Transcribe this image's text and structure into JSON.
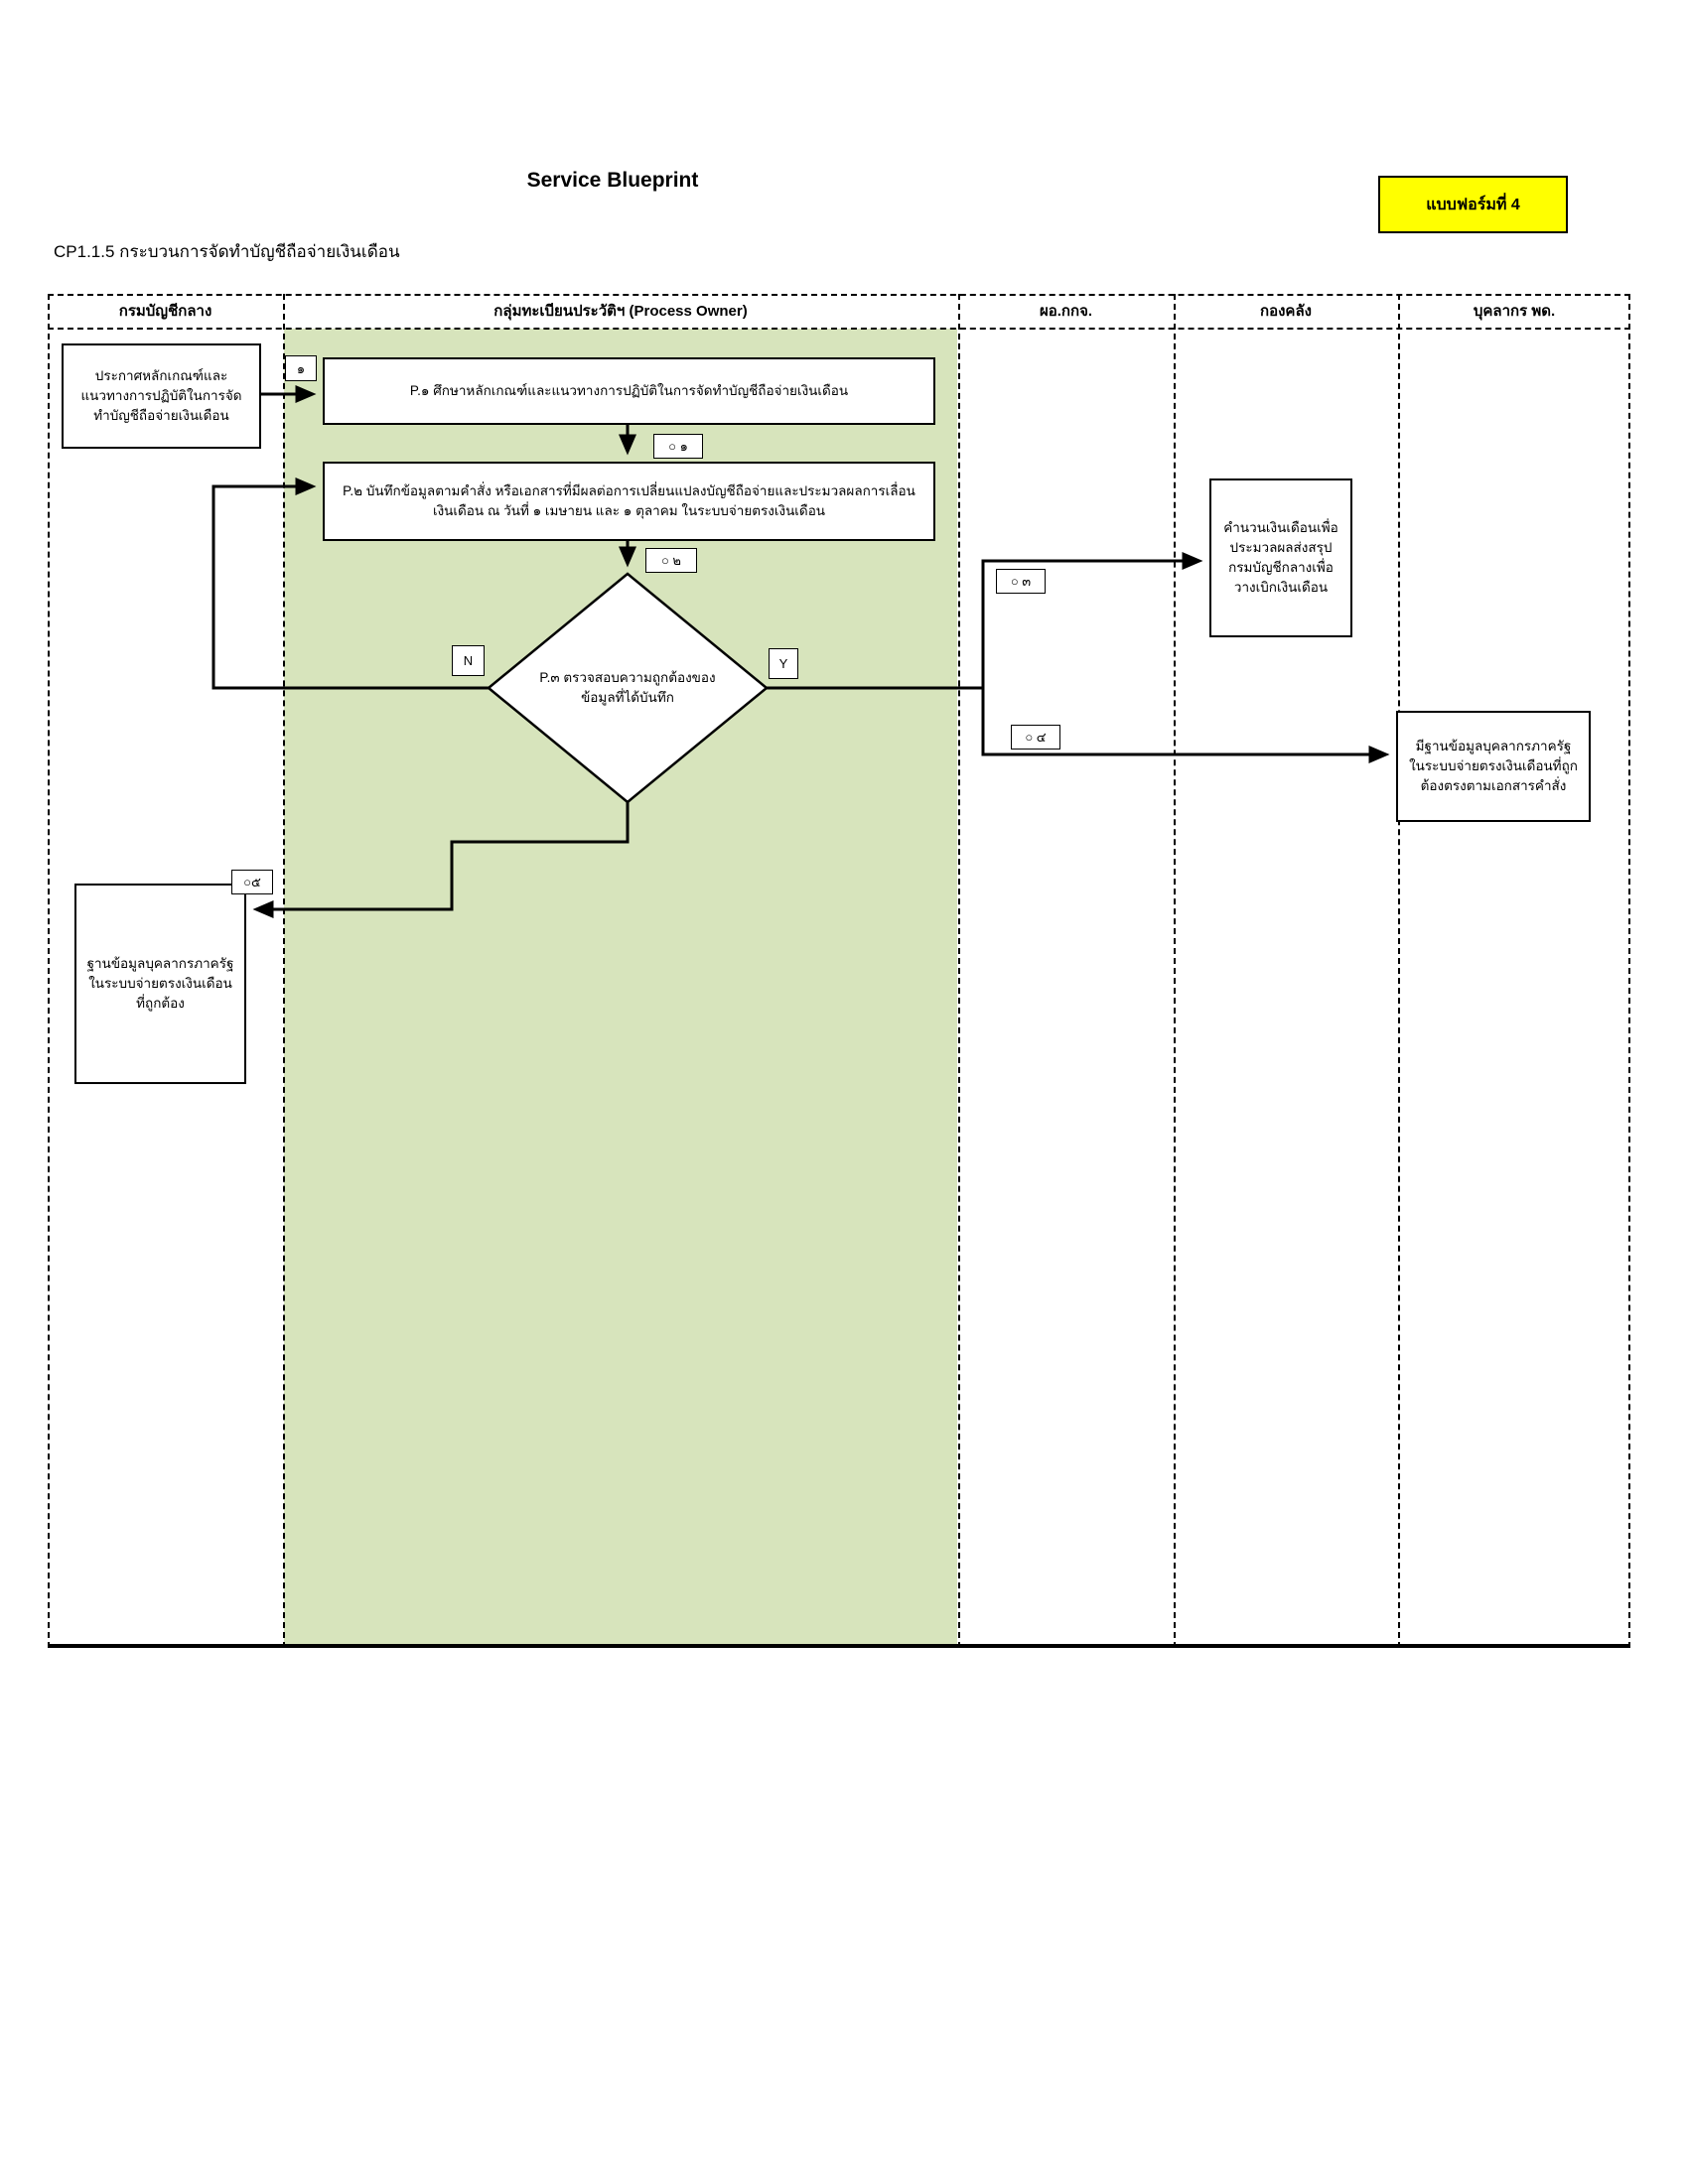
{
  "page": {
    "title": "Service Blueprint",
    "form_badge": "แบบฟอร์มที่ 4",
    "subtitle": "CP1.1.5 กระบวนการจัดทำบัญชีถือจ่ายเงินเดือน"
  },
  "lanes": [
    {
      "label": "กรมบัญชีกลาง"
    },
    {
      "label": "กลุ่มทะเบียนประวัติฯ (Process Owner)"
    },
    {
      "label": "ผอ.กกจ."
    },
    {
      "label": "กองคลัง"
    },
    {
      "label": "บุคลากร พด."
    }
  ],
  "nodes": {
    "start": {
      "text": "ประกาศหลักเกณฑ์และแนวทางการปฏิบัติในการจัดทำบัญชีถือจ่ายเงินเดือน"
    },
    "p1": {
      "text": "P.๑ ศึกษาหลักเกณฑ์และแนวทางการปฏิบัติในการจัดทำบัญชีถือจ่ายเงินเดือน"
    },
    "p2": {
      "text": "P.๒ บันทึกข้อมูลตามคำสั่ง หรือเอกสารที่มีผลต่อการเปลี่ยนแปลงบัญชีถือจ่ายและประมวลผลการเลื่อนเงินเดือน ณ วันที่ ๑ เมษายน และ ๑ ตุลาคม ในระบบจ่ายตรงเงินเดือน"
    },
    "p3_decision": {
      "text": "P.๓ ตรวจสอบความถูกต้องของข้อมูลที่ได้บันทึก"
    },
    "finance": {
      "text": "คำนวนเงินเดือนเพื่อประมวลผลส่งสรุปกรมบัญชีกลางเพื่อวางเบิกเงินเดือน"
    },
    "personnel": {
      "text": "มีฐานข้อมูลบุคลากรภาครัฐในระบบจ่ายตรงเงินเดือนที่ถูกต้องตรงตามเอกสารคำสั่ง"
    },
    "database": {
      "text": "ฐานข้อมูลบุคลากรภาครัฐในระบบจ่ายตรงเงินเดือนที่ถูกต้อง"
    }
  },
  "labels": {
    "step1": "๑",
    "circle1": "○ ๑",
    "circle2": "○ ๒",
    "circle3": "○ ๓",
    "circle4": "○ ๔",
    "circle5": "○๕",
    "no": "N",
    "yes": "Y"
  },
  "colors": {
    "lane_green": "#d7e4bc",
    "badge_yellow": "#ffff00"
  }
}
